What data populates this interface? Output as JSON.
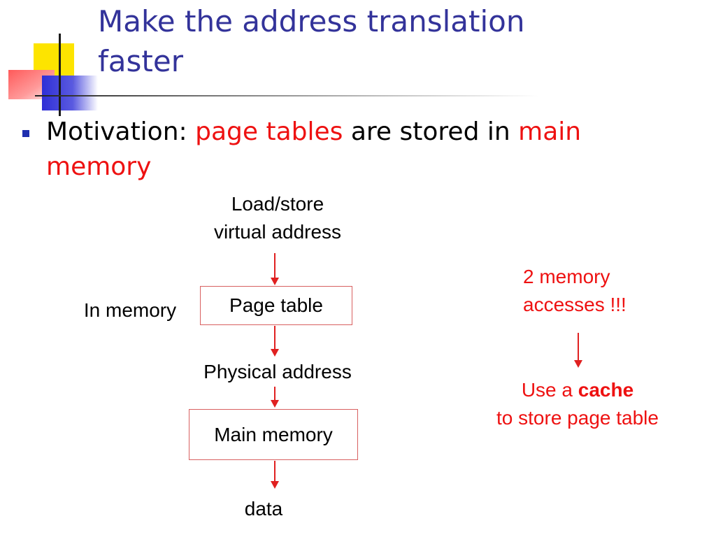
{
  "slide": {
    "title_line1": "Make the address translation",
    "title_line2": "faster",
    "bullet": {
      "prefix": "Motivation: ",
      "highlight1": "page tables",
      "middle": " are stored in ",
      "highlight2_line1": "main",
      "highlight2_line2": "memory"
    }
  },
  "diagram": {
    "top_label_line1": "Load/store",
    "top_label_line2": "virtual address",
    "side_label": "In memory",
    "page_table_box": "Page table",
    "physical_label": "Physical address",
    "main_memory_box": "Main memory",
    "bottom_label": "data",
    "note_line1": "2 memory",
    "note_line2": "accesses !!!",
    "solution_prefix": "Use a ",
    "solution_bold": "cache",
    "solution_line2": "to store page table"
  },
  "colors": {
    "title": "#33339a",
    "highlight": "#ee1111",
    "bullet": "#1f2faf"
  }
}
